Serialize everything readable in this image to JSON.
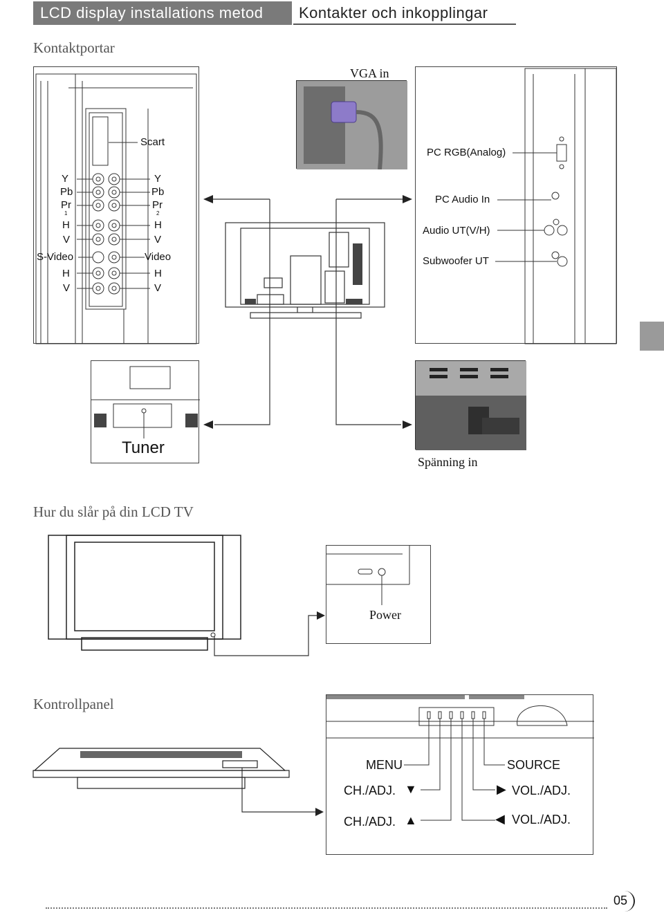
{
  "header": {
    "left_title": "LCD display installations metod",
    "right_title": "Kontakter och inkopplingar"
  },
  "sections": {
    "ports": "Kontaktportar",
    "power_on": "Hur du slår på din LCD TV",
    "control_panel": "Kontrollpanel"
  },
  "left_panel": {
    "scart": "Scart",
    "col1": [
      "Y",
      "Pb",
      "Pr",
      "H",
      "V"
    ],
    "col2": [
      "Y",
      "Pb",
      "Pr",
      "H",
      "V"
    ],
    "num1": "1",
    "num2": "2",
    "svideo": "S-Video",
    "video": "Video",
    "bottom_col1": [
      "H",
      "V"
    ],
    "bottom_col2": [
      "H",
      "V"
    ]
  },
  "vga_label": "VGA in",
  "right_panel": {
    "pc_rgb": "PC RGB(Analog)",
    "pc_audio": "PC Audio In",
    "audio_out": "Audio UT(V/H)",
    "subwoofer": "Subwoofer UT"
  },
  "tuner_label": "Tuner",
  "power_in_label": "Spänning in",
  "power_label": "Power",
  "control": {
    "menu": "MENU",
    "source": "SOURCE",
    "ch_down": "CH./ADJ.",
    "ch_up": "CH./ADJ.",
    "vol_up": "VOL./ADJ.",
    "vol_down": "VOL./ADJ."
  },
  "page_number": "05"
}
